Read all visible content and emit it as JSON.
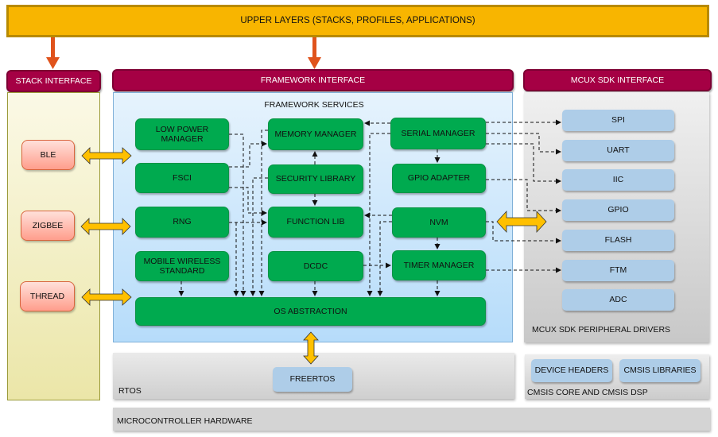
{
  "upper_layers": {
    "label": "UPPER LAYERS (STACKS, PROFILES, APPLICATIONS)"
  },
  "interfaces": {
    "stack": "STACK INTERFACE",
    "framework": "FRAMEWORK INTERFACE",
    "mcux_sdk": "MCUX SDK INTERFACE"
  },
  "stack_interface": {
    "items": [
      "BLE",
      "ZIGBEE",
      "THREAD"
    ]
  },
  "framework_services": {
    "title": "FRAMEWORK SERVICES",
    "modules": {
      "low_power_manager": "LOW POWER MANAGER",
      "fsci": "FSCI",
      "rng": "RNG",
      "mobile_wireless_standard": "MOBILE WIRELESS STANDARD",
      "memory_manager": "MEMORY MANAGER",
      "security_library": "SECURITY LIBRARY",
      "function_lib": "FUNCTION LIB",
      "dcdc": "DCDC",
      "serial_manager": "SERIAL MANAGER",
      "gpio_adapter": "GPIO ADAPTER",
      "nvm": "NVM",
      "timer_manager": "TIMER MANAGER",
      "os_abstraction": "OS ABSTRACTION"
    }
  },
  "mcux_sdk_peripheral_drivers": {
    "title": "MCUX SDK PERIPHERAL DRIVERS",
    "drivers": [
      "SPI",
      "UART",
      "IIC",
      "GPIO",
      "FLASH",
      "FTM",
      "ADC"
    ]
  },
  "rtos": {
    "title": "RTOS",
    "item": "FREERTOS"
  },
  "cmsis": {
    "title": "CMSIS CORE AND CMSIS DSP",
    "items": [
      "DEVICE HEADERS",
      "CMSIS LIBRARIES"
    ]
  },
  "hardware": {
    "label": "MICROCONTROLLER HARDWARE"
  },
  "colors": {
    "upper": "#f8b500",
    "interface": "#a50044",
    "module": "#00aa4f",
    "stack_item": "#ff9e8c",
    "driver": "#aecde8",
    "arrow_orange": "#e0531c",
    "arrow_yellow": "#ffc000"
  }
}
